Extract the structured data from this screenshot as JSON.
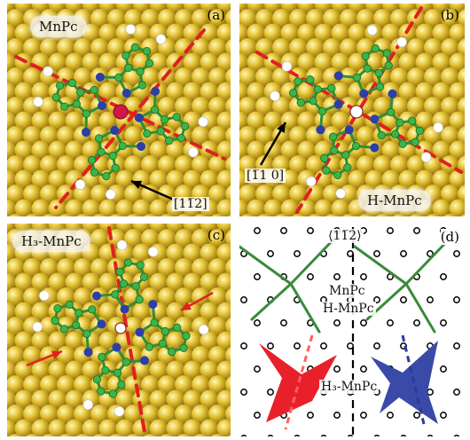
{
  "panels": {
    "a": {
      "letter": "(a)",
      "label": "MnPc",
      "direction": "[11̅2]"
    },
    "b": {
      "letter": "(b)",
      "label": "H-MnPc",
      "direction": "[1̅1 0]"
    },
    "c": {
      "letter": "(c)",
      "label": "H₃-MnPc"
    },
    "d": {
      "letter": "(d)",
      "direction": "⟨11̅2⟩",
      "labels": [
        "MnPc",
        "H-MnPc",
        "H₃-MnPc"
      ]
    }
  },
  "colors": {
    "substrate": "#e8c83a",
    "carbon": "#3bb54a",
    "nitrogen": "#2a3fa8",
    "hydrogen": "#ffffff",
    "manganese": "#d01848",
    "axis": "#e02020",
    "red_molecule": "#e8202a",
    "blue_molecule": "#3a4aa8",
    "green_molecule": "#3a8a3a"
  }
}
